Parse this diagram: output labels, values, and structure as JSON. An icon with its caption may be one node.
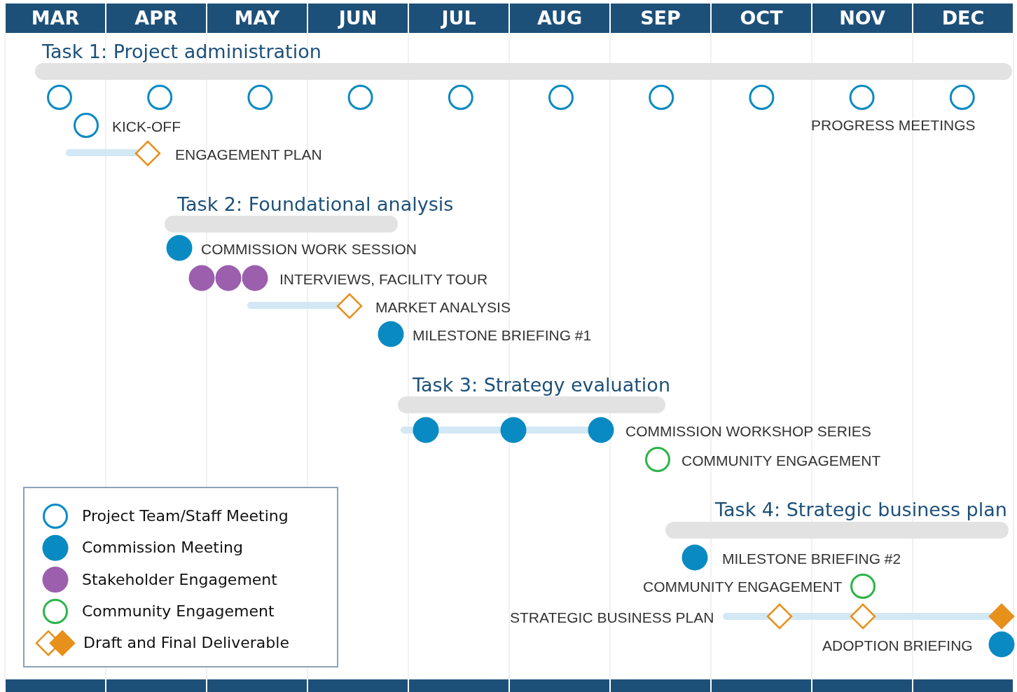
{
  "diagram": {
    "nodes": [
      {
        "text": [],
        "shape": "bar"
      },
      {
        "text": [],
        "shape": "bar"
      },
      {
        "text": [],
        "shape": "bar"
      },
      {
        "text": [],
        "shape": "bar"
      }
    ],
    "labels": [
      "MAR",
      "APR",
      "MAY",
      "JUN",
      "JUL",
      "AUG",
      "SEP",
      "OCT",
      "NOV",
      "DEC",
      "Task 1: Project administration",
      "KICK-OFF",
      "PROGRESS MEETINGS",
      "ENGAGEMENT PLAN",
      "Task 2: Foundational analysis",
      "COMMISSION WORK SESSION",
      "INTERVIEWS, FACILITY TOUR",
      "MARKET ANALYSIS",
      "MILESTONE BRIEFING #1",
      "Task 3: Strategy evaluation",
      "COMMISSION WORKSHOP SERIES",
      "COMMUNITY ENGAGEMENT",
      "Task 4: Strategic business plan",
      "MILESTONE BRIEFING #2",
      "COMMUNITY ENGAGEMENT",
      "STRATEGIC BUSINESS PLAN",
      "ADOPTION BRIEFING"
    ],
    "legend": [
      {
        "text": "Project Team/Staff Meeting"
      },
      {
        "text": "Commission Meeting"
      },
      {
        "text": "Stakeholder Engagement"
      },
      {
        "text": "Community Engagement"
      },
      {
        "text": "Draft and Final Deliverable"
      }
    ]
  }
}
